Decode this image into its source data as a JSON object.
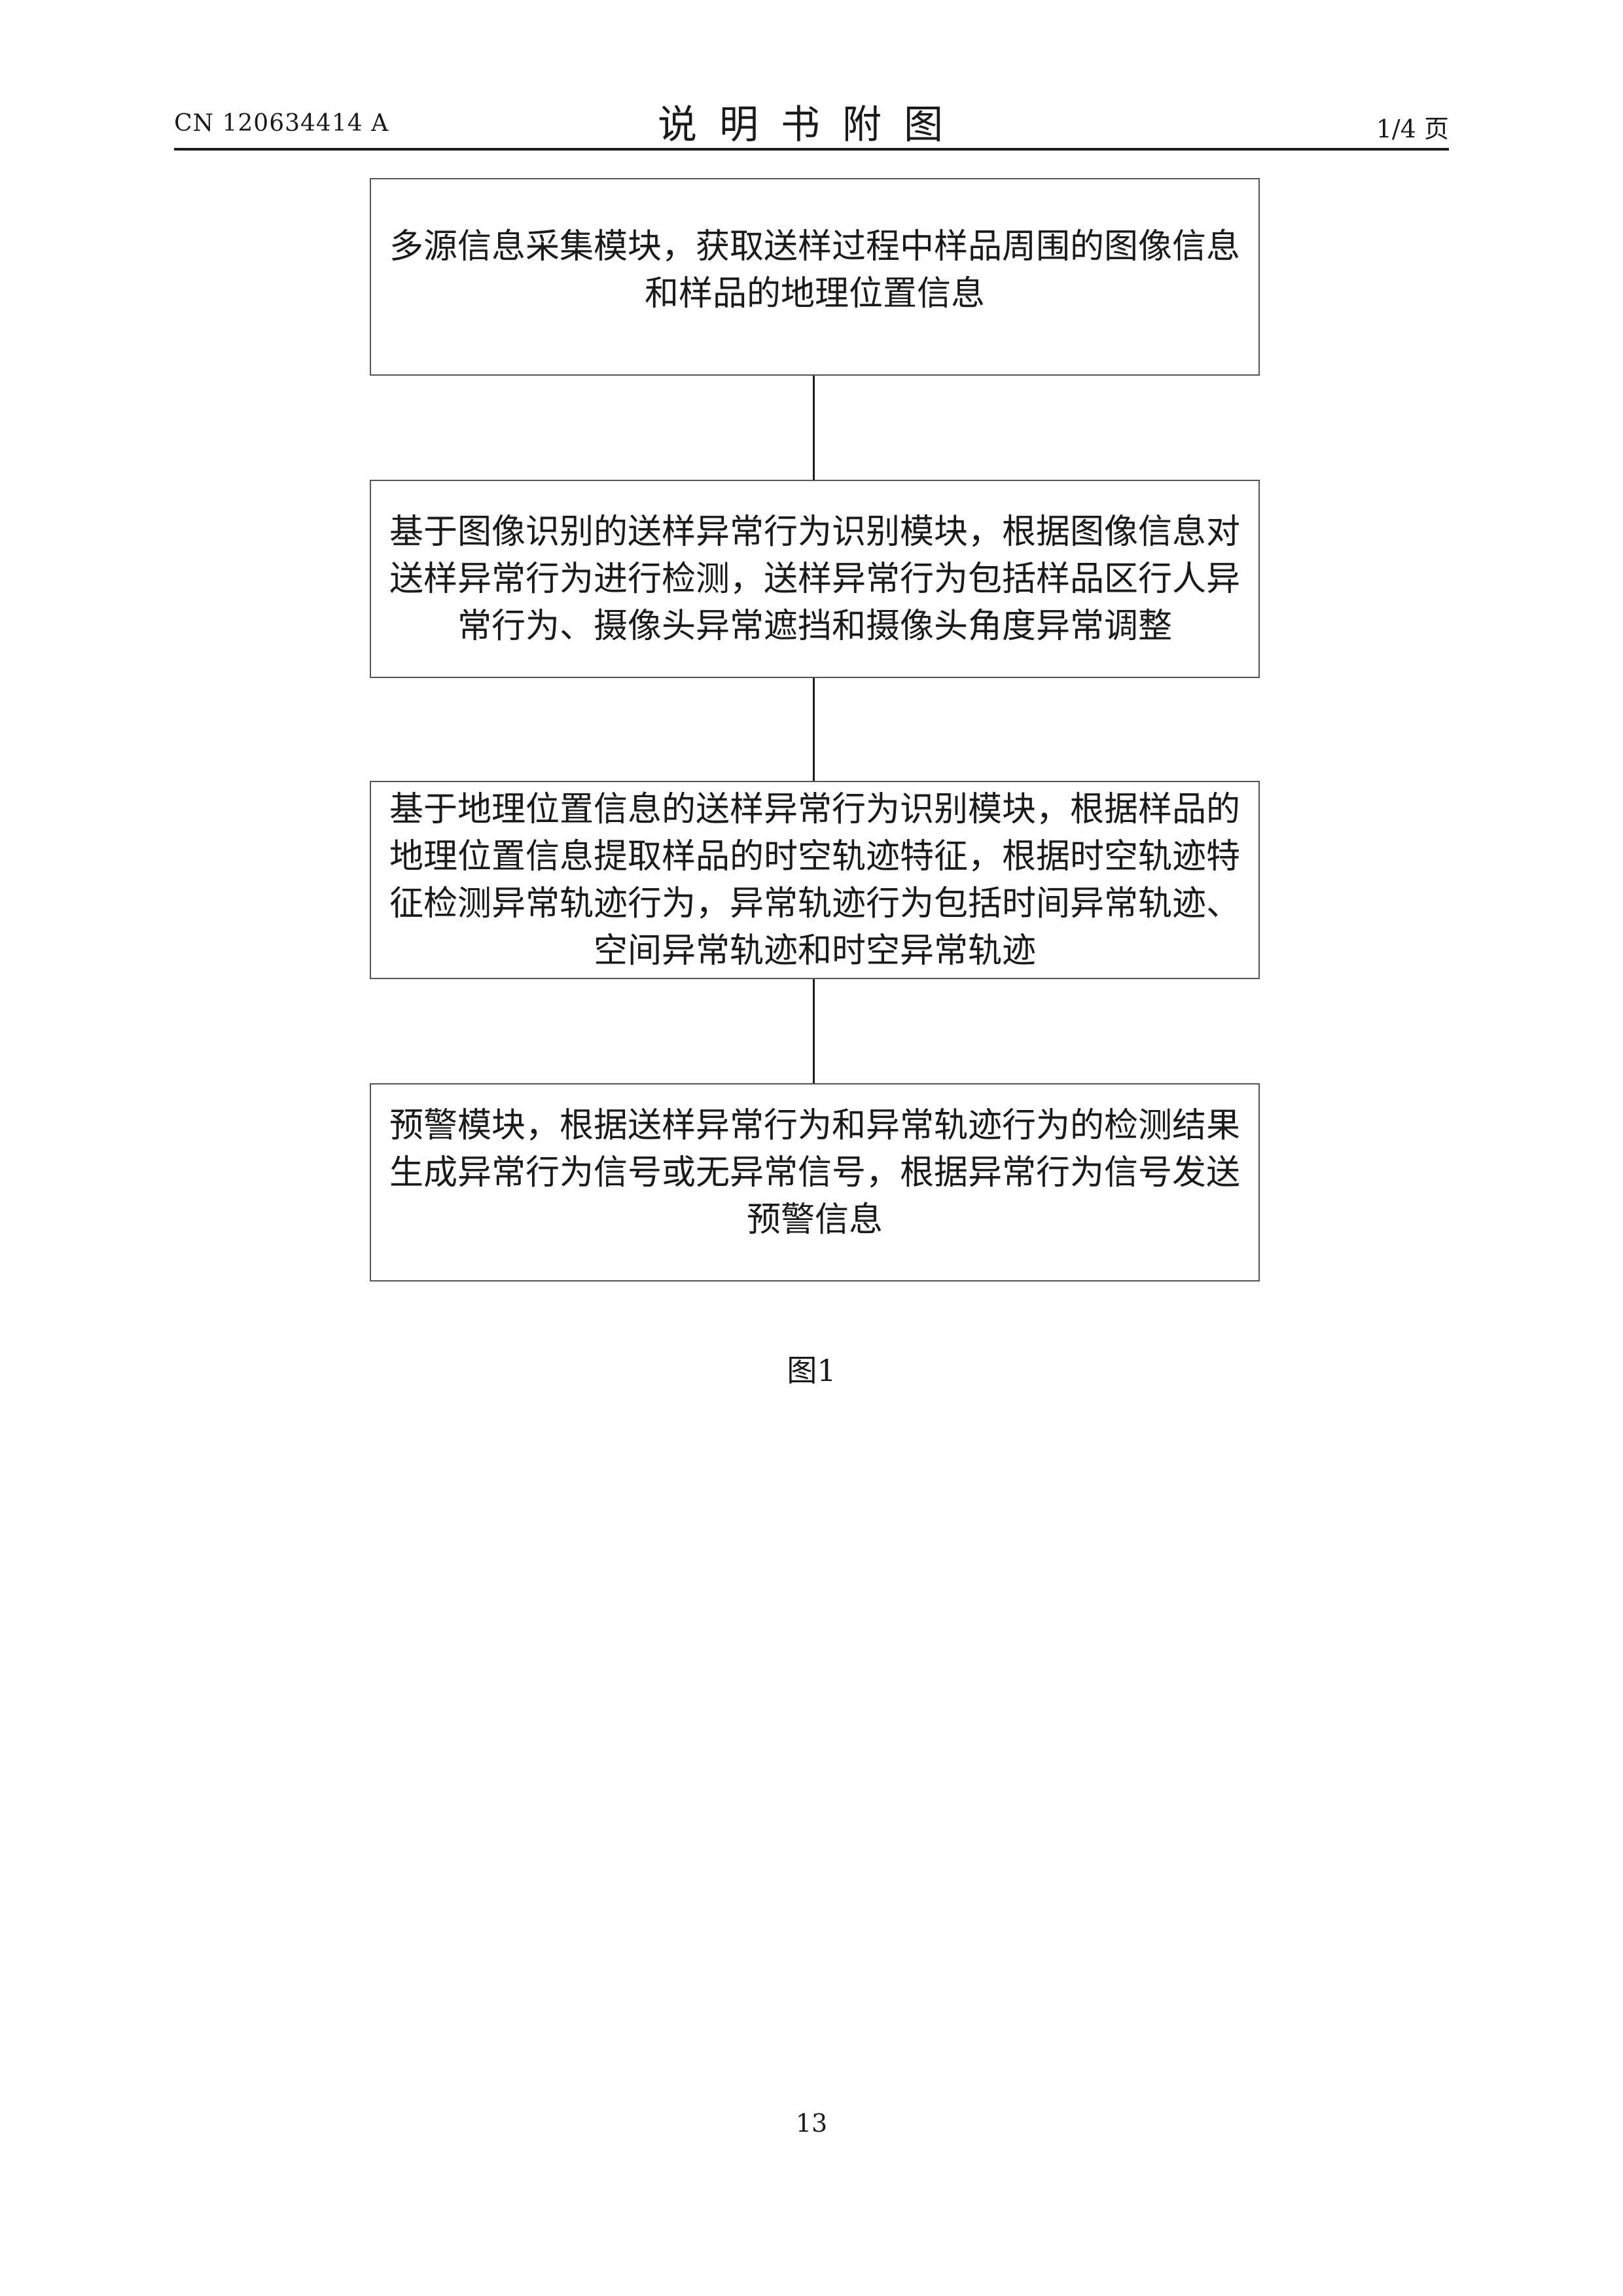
{
  "header": {
    "doc_number": "CN 120634414 A",
    "title": "说明书附图",
    "page_fraction": "1/4 页"
  },
  "flowchart": {
    "boxes": [
      "多源信息采集模块，获取送样过程中样品周围的图像信息和样品的地理位置信息",
      "基于图像识别的送样异常行为识别模块，根据图像信息对送样异常行为进行检测，送样异常行为包括样品区行人异常行为、摄像头异常遮挡和摄像头角度异常调整",
      "基于地理位置信息的送样异常行为识别模块，根据样品的地理位置信息提取样品的时空轨迹特征，根据时空轨迹特征检测异常轨迹行为，异常轨迹行为包括时间异常轨迹、空间异常轨迹和时空异常轨迹",
      "预警模块，根据送样异常行为和异常轨迹行为的检测结果生成异常行为信号或无异常信号，根据异常行为信号发送预警信息"
    ]
  },
  "figure_caption": "图1",
  "page_number": "13"
}
